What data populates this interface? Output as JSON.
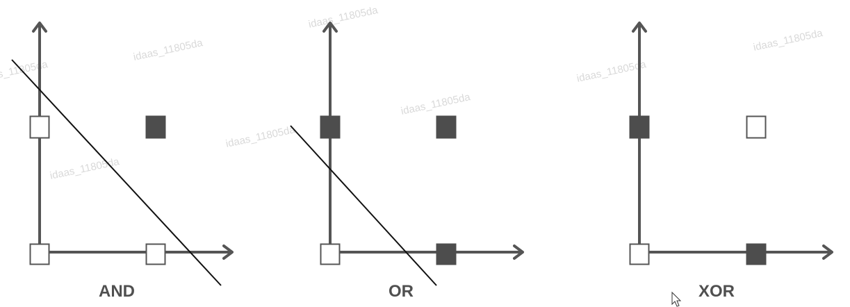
{
  "colors": {
    "axis": "#555555",
    "filled_point": "#4d4d4d",
    "empty_point_fill": "#ffffff",
    "empty_point_stroke": "#555555",
    "separator": "#111111",
    "label": "#505050",
    "watermark": "#d9d9d9"
  },
  "watermark_text": "idaas_11805da",
  "panels": [
    {
      "id": "and",
      "label": "AND",
      "points": [
        {
          "x": 0,
          "y": 0,
          "filled": false
        },
        {
          "x": 1,
          "y": 0,
          "filled": false
        },
        {
          "x": 0,
          "y": 1,
          "filled": false
        },
        {
          "x": 1,
          "y": 1,
          "filled": true
        }
      ],
      "has_separator": true
    },
    {
      "id": "or",
      "label": "OR",
      "points": [
        {
          "x": 0,
          "y": 0,
          "filled": false
        },
        {
          "x": 1,
          "y": 0,
          "filled": true
        },
        {
          "x": 0,
          "y": 1,
          "filled": true
        },
        {
          "x": 1,
          "y": 1,
          "filled": true
        }
      ],
      "has_separator": true
    },
    {
      "id": "xor",
      "label": "XOR",
      "points": [
        {
          "x": 0,
          "y": 0,
          "filled": false
        },
        {
          "x": 1,
          "y": 0,
          "filled": true
        },
        {
          "x": 0,
          "y": 1,
          "filled": true
        },
        {
          "x": 1,
          "y": 1,
          "filled": false
        }
      ],
      "has_separator": false
    }
  ],
  "cursor_icon": "mouse-pointer-icon"
}
